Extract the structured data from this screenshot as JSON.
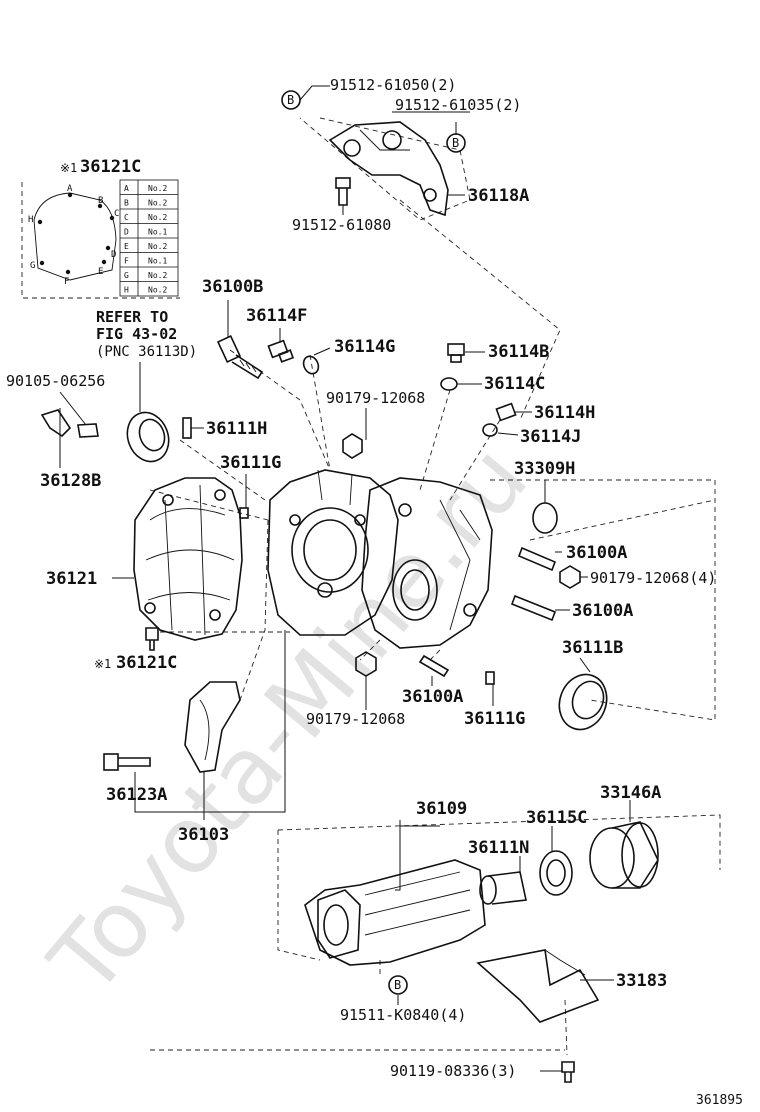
{
  "watermark": "Toyota-Mine.ru",
  "figure_number": "361895",
  "callouts": [
    {
      "id": "c1",
      "text": "91512-61050(2)"
    },
    {
      "id": "c2",
      "text": "91512-61035(2)"
    },
    {
      "id": "c3",
      "text": "36118A"
    },
    {
      "id": "c4",
      "text": "91512-61080"
    },
    {
      "id": "c5",
      "text": "36100B"
    },
    {
      "id": "c6",
      "text": "36114F"
    },
    {
      "id": "c7",
      "text": "36114G"
    },
    {
      "id": "c8",
      "text": "36114B"
    },
    {
      "id": "c9",
      "text": "36114C"
    },
    {
      "id": "c10",
      "text": "90179-12068"
    },
    {
      "id": "c11",
      "text": "36114H"
    },
    {
      "id": "c12",
      "text": "36114J"
    },
    {
      "id": "c13",
      "text": "90105-06256"
    },
    {
      "id": "c14",
      "text": "36111H"
    },
    {
      "id": "c15",
      "text": "36128B"
    },
    {
      "id": "c16",
      "text": "36111G"
    },
    {
      "id": "c17",
      "text": "33309H"
    },
    {
      "id": "c18",
      "text": "36121"
    },
    {
      "id": "c19",
      "text": "36100A"
    },
    {
      "id": "c20",
      "text": "90179-12068(4)"
    },
    {
      "id": "c21",
      "text": "36100A"
    },
    {
      "id": "c22",
      "text": "36121C"
    },
    {
      "id": "c23",
      "text": "36111B"
    },
    {
      "id": "c24",
      "text": "36100A"
    },
    {
      "id": "c25",
      "text": "90179-12068"
    },
    {
      "id": "c26",
      "text": "36111G"
    },
    {
      "id": "c27",
      "text": "36123A"
    },
    {
      "id": "c28",
      "text": "36103"
    },
    {
      "id": "c29",
      "text": "36109"
    },
    {
      "id": "c30",
      "text": "36115C"
    },
    {
      "id": "c31",
      "text": "33146A"
    },
    {
      "id": "c32",
      "text": "36111N"
    },
    {
      "id": "c33",
      "text": "33183"
    },
    {
      "id": "c34",
      "text": "91511-K0840(4)"
    },
    {
      "id": "c35",
      "text": "90119-08336(3)"
    }
  ],
  "refer_note": {
    "line1": "REFER TO",
    "line2": "FIG 43-02",
    "line3": "(PNC 36113D)"
  },
  "marker_b": "B",
  "note_mark": "※1",
  "inset": {
    "title": "36121C",
    "points": [
      "A",
      "B",
      "C",
      "D",
      "E",
      "F",
      "G",
      "H"
    ],
    "table": [
      {
        "pos": "A",
        "val": "No.2"
      },
      {
        "pos": "B",
        "val": "No.2"
      },
      {
        "pos": "C",
        "val": "No.2"
      },
      {
        "pos": "D",
        "val": "No.1"
      },
      {
        "pos": "E",
        "val": "No.2"
      },
      {
        "pos": "F",
        "val": "No.1"
      },
      {
        "pos": "G",
        "val": "No.2"
      },
      {
        "pos": "H",
        "val": "No.2"
      }
    ]
  }
}
